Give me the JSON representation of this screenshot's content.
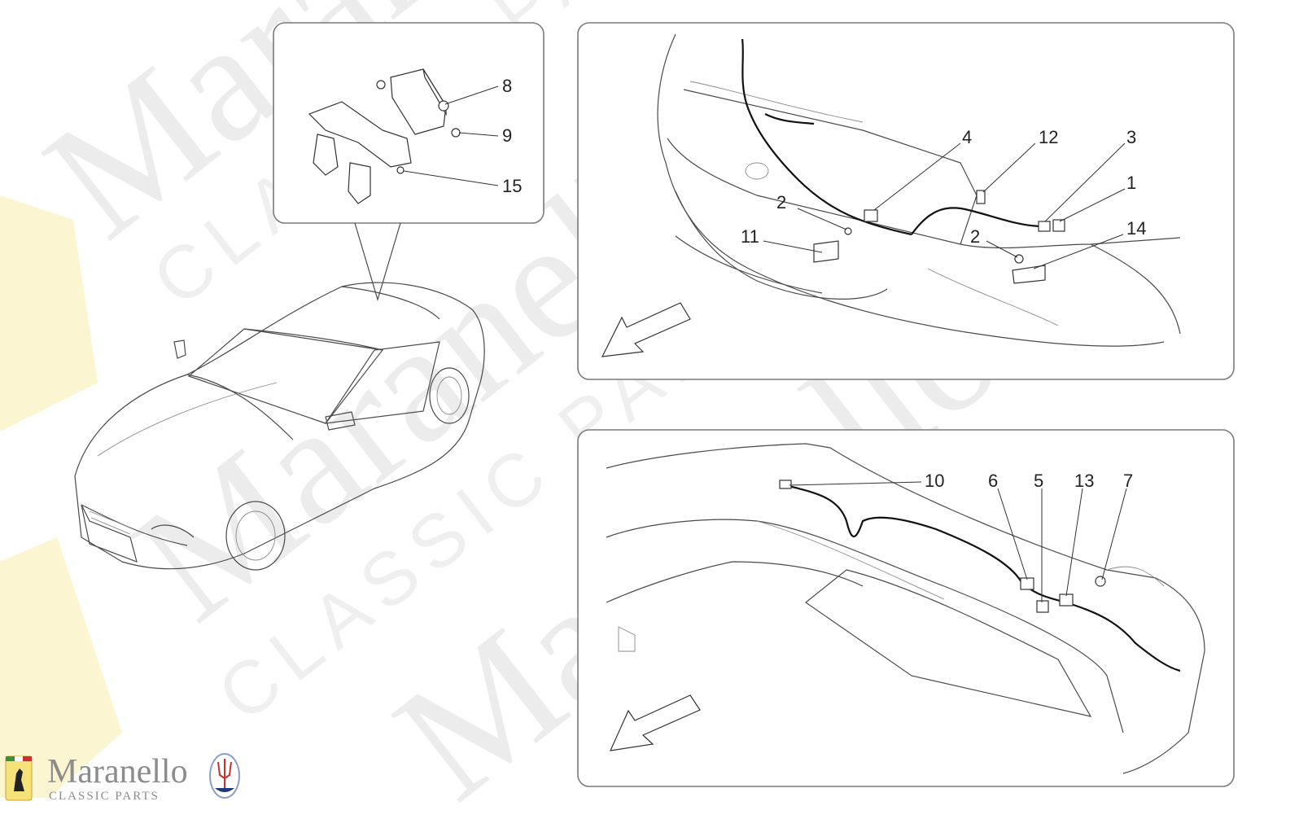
{
  "diagram": {
    "callouts": {
      "c8": "8",
      "c9": "9",
      "c15": "15",
      "c4": "4",
      "c12": "12",
      "c3": "3",
      "c1": "1",
      "c14": "14",
      "c2a": "2",
      "c2b": "2",
      "c11": "11",
      "c10": "10",
      "c6": "6",
      "c5": "5",
      "c13": "13",
      "c7": "7"
    }
  },
  "watermark": {
    "big_text": "Maranello",
    "small_text": "CLASSIC PARTS"
  },
  "brand": {
    "name": "Maranello",
    "sub": "CLASSIC PARTS"
  },
  "colors": {
    "ferrari_yellow": "#f6e27a",
    "panel_border": "#7a7a7a",
    "line_art": "#333333"
  },
  "icons": [
    "ferrari-shield-icon",
    "maserati-trident-icon",
    "direction-arrow-icon"
  ]
}
